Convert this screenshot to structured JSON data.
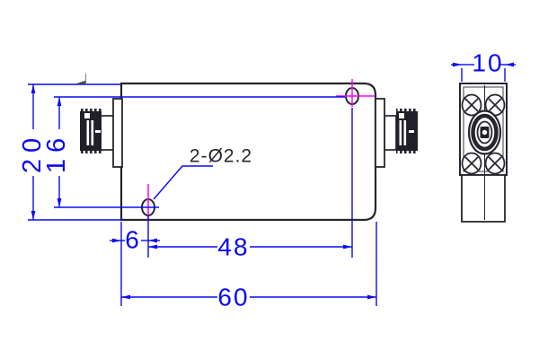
{
  "drawing": {
    "side_view": {
      "length": "60",
      "height": "20",
      "hole_callout": "2-Ø2.2",
      "hole_spacing_horizontal": "48",
      "hole_spacing_vertical": "16",
      "hole_offset_from_edge": "6"
    },
    "end_view": {
      "width": "10"
    },
    "colors": {
      "dimension_line": "#0a0af0",
      "object_line": "#26262e",
      "center_mark": "#ff00ff",
      "background": "#ffffff"
    }
  }
}
